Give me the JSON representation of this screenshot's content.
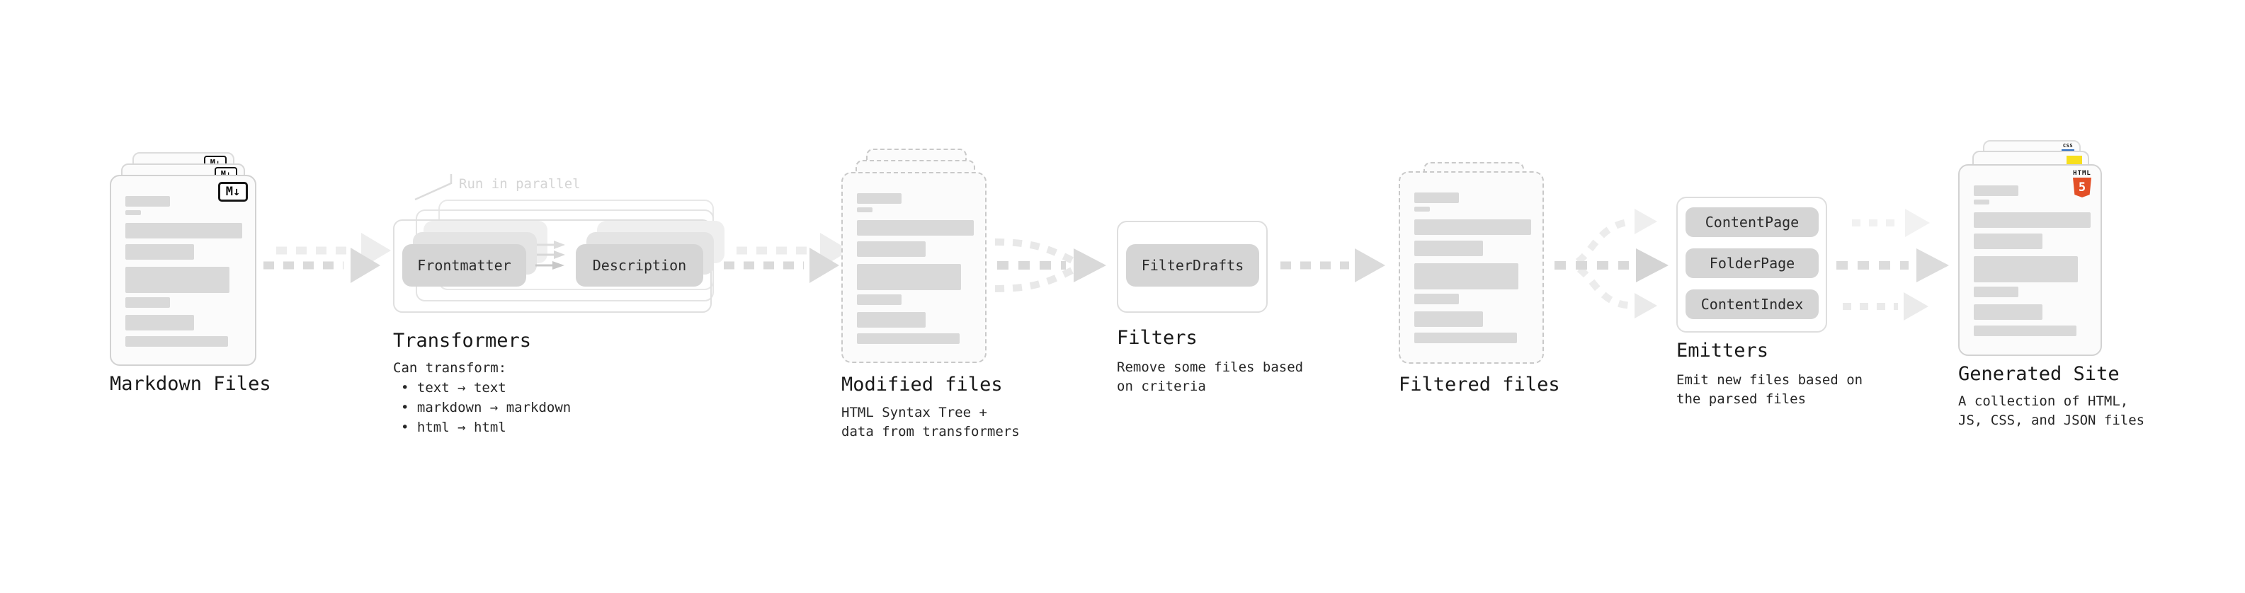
{
  "stages": {
    "markdown": {
      "label": "Markdown Files",
      "file_badge": "M↓"
    },
    "transformers": {
      "label": "Transformers",
      "annotation": "Run in parallel",
      "pill_left": "Frontmatter",
      "pill_right": "Description",
      "desc_title": "Can transform:",
      "bullets": [
        "• text → text",
        "• markdown → markdown",
        "• html → html"
      ]
    },
    "modified": {
      "label": "Modified files",
      "desc": [
        "HTML Syntax Tree +",
        "data from transformers"
      ]
    },
    "filters": {
      "label": "Filters",
      "pill": "FilterDrafts",
      "desc": [
        "Remove some files based",
        "on criteria"
      ]
    },
    "filtered": {
      "label": "Filtered files"
    },
    "emitters": {
      "label": "Emitters",
      "pills": [
        "ContentPage",
        "FolderPage",
        "ContentIndex"
      ],
      "desc": [
        "Emit new files based on",
        "the parsed files"
      ]
    },
    "generated": {
      "label": "Generated Site",
      "desc": [
        "A collection of HTML,",
        "JS, CSS, and JSON files"
      ],
      "icons": {
        "html_label": "HTML",
        "html_number": "5",
        "css_label": "CSS"
      }
    }
  },
  "colors": {
    "html5_orange": "#e34f26",
    "js_yellow": "#f7df1e",
    "css_blue": "#2d6cc0"
  }
}
